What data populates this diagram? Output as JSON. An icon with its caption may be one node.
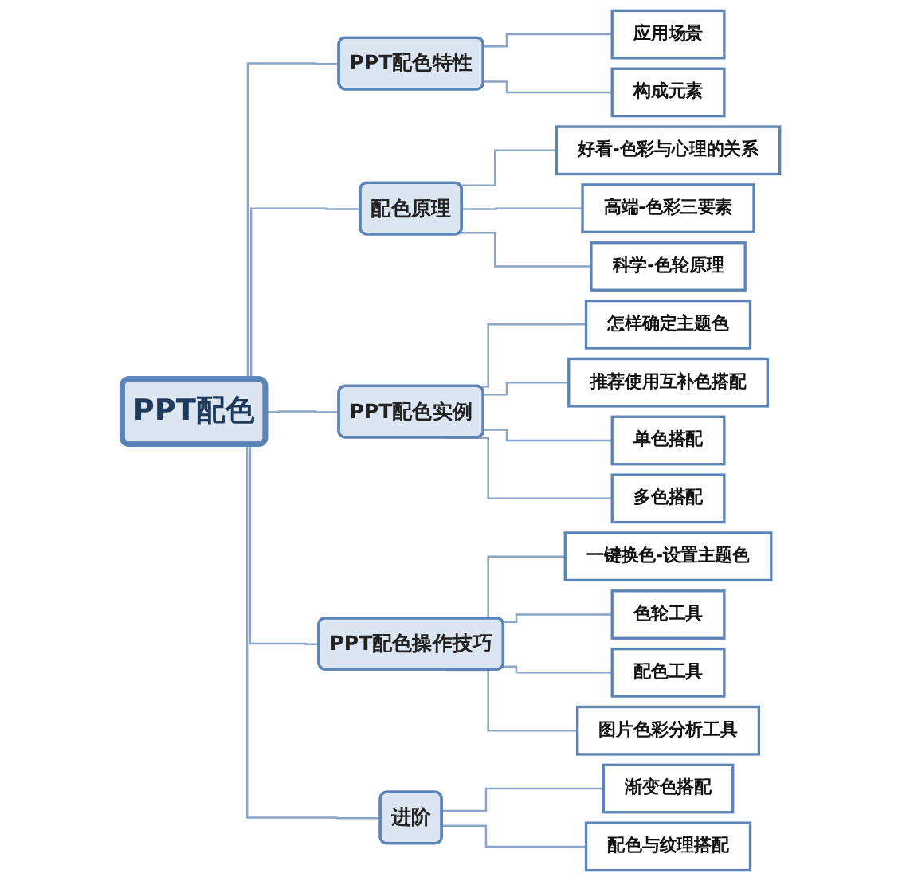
{
  "diagram": {
    "nodes": [
      {
        "text": [
          "PPT配色"
        ]
      },
      {
        "text": [
          "PPT配色特性"
        ]
      },
      {
        "text": [
          "应用场景"
        ]
      },
      {
        "text": [
          "构成元素"
        ]
      },
      {
        "text": [
          "配色原理"
        ]
      },
      {
        "text": [
          "好看-色彩与心理的关系"
        ]
      },
      {
        "text": [
          "高端-色彩三要素"
        ]
      },
      {
        "text": [
          "科学-色轮原理"
        ]
      },
      {
        "text": [
          "PPT配色实例"
        ]
      },
      {
        "text": [
          "怎样确定主题色"
        ]
      },
      {
        "text": [
          "推荐使用互补色搭配"
        ]
      },
      {
        "text": [
          "单色搭配"
        ]
      },
      {
        "text": [
          "多色搭配"
        ]
      },
      {
        "text": [
          "PPT配色操作技巧"
        ]
      },
      {
        "text": [
          "一键换色-设置主题色"
        ]
      },
      {
        "text": [
          "色轮工具"
        ]
      },
      {
        "text": [
          "配色工具"
        ]
      },
      {
        "text": [
          "图片色彩分析工具"
        ]
      },
      {
        "text": [
          "进阶"
        ]
      },
      {
        "text": [
          "渐变色搭配"
        ]
      },
      {
        "text": [
          "配色与纹理搭配"
        ]
      }
    ],
    "edges": [
      {
        "from": 0,
        "to": 1,
        "arrow": "none"
      },
      {
        "from": 1,
        "to": 2,
        "arrow": "none"
      },
      {
        "from": 1,
        "to": 3,
        "arrow": "none"
      },
      {
        "from": 0,
        "to": 4,
        "arrow": "none"
      },
      {
        "from": 4,
        "to": 5,
        "arrow": "none"
      },
      {
        "from": 4,
        "to": 6,
        "arrow": "none"
      },
      {
        "from": 4,
        "to": 7,
        "arrow": "none"
      },
      {
        "from": 0,
        "to": 8,
        "arrow": "none"
      },
      {
        "from": 8,
        "to": 9,
        "arrow": "none"
      },
      {
        "from": 8,
        "to": 10,
        "arrow": "none"
      },
      {
        "from": 8,
        "to": 11,
        "arrow": "none"
      },
      {
        "from": 8,
        "to": 12,
        "arrow": "none"
      },
      {
        "from": 0,
        "to": 13,
        "arrow": "none"
      },
      {
        "from": 13,
        "to": 14,
        "arrow": "none"
      },
      {
        "from": 13,
        "to": 15,
        "arrow": "none"
      },
      {
        "from": 13,
        "to": 16,
        "arrow": "none"
      },
      {
        "from": 13,
        "to": 17,
        "arrow": "none"
      },
      {
        "from": 0,
        "to": 18,
        "arrow": "none"
      },
      {
        "from": 18,
        "to": 19,
        "arrow": "none"
      },
      {
        "from": 18,
        "to": 20,
        "arrow": "none"
      }
    ]
  }
}
